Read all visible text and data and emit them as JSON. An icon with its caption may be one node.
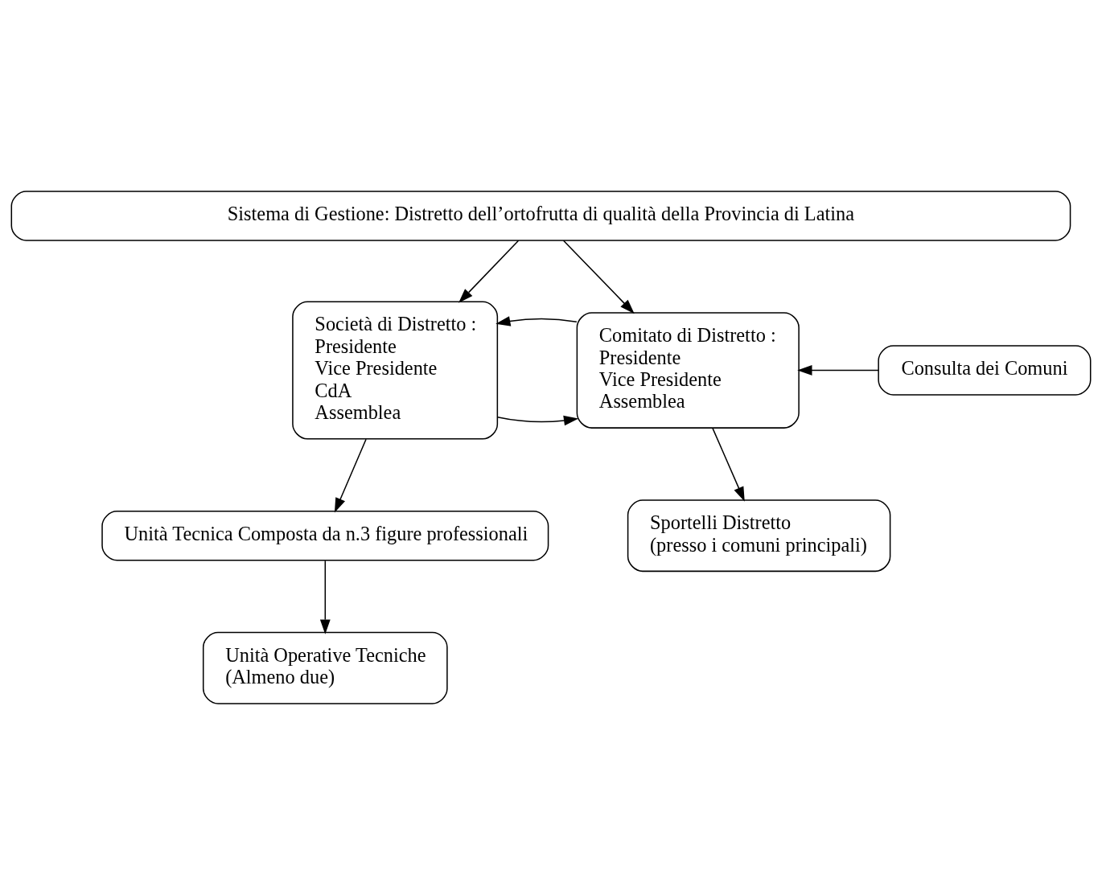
{
  "diagram": {
    "nodes": [
      {
        "text": [
          "Sistema di Gestione: Distretto dell’ortofrutta di qualità della Provincia di Latina"
        ]
      },
      {
        "text": [
          "Società di Distretto :",
          "Presidente",
          "Vice Presidente",
          "CdA",
          "Assemblea"
        ]
      },
      {
        "text": [
          "Comitato di Distretto :",
          "Presidente",
          "Vice Presidente",
          "Assemblea"
        ]
      },
      {
        "text": [
          "Consulta dei Comuni"
        ]
      },
      {
        "text": [
          "Unità Tecnica Composta da n.3 figure professionali"
        ]
      },
      {
        "text": [
          "Sportelli Distretto",
          "(presso i comuni principali)"
        ]
      },
      {
        "text": [
          "Unità Operative Tecniche",
          "(Almeno due)"
        ]
      }
    ],
    "edges": [
      {
        "from": 0,
        "to": 1,
        "arrow": "to"
      },
      {
        "from": 0,
        "to": 2,
        "arrow": "to"
      },
      {
        "from": 1,
        "to": 2,
        "arrow": "to"
      },
      {
        "from": 2,
        "to": 1,
        "arrow": "to"
      },
      {
        "from": 3,
        "to": 2,
        "arrow": "to"
      },
      {
        "from": 1,
        "to": 4,
        "arrow": "to"
      },
      {
        "from": 2,
        "to": 5,
        "arrow": "to"
      },
      {
        "from": 4,
        "to": 6,
        "arrow": "to"
      }
    ]
  }
}
